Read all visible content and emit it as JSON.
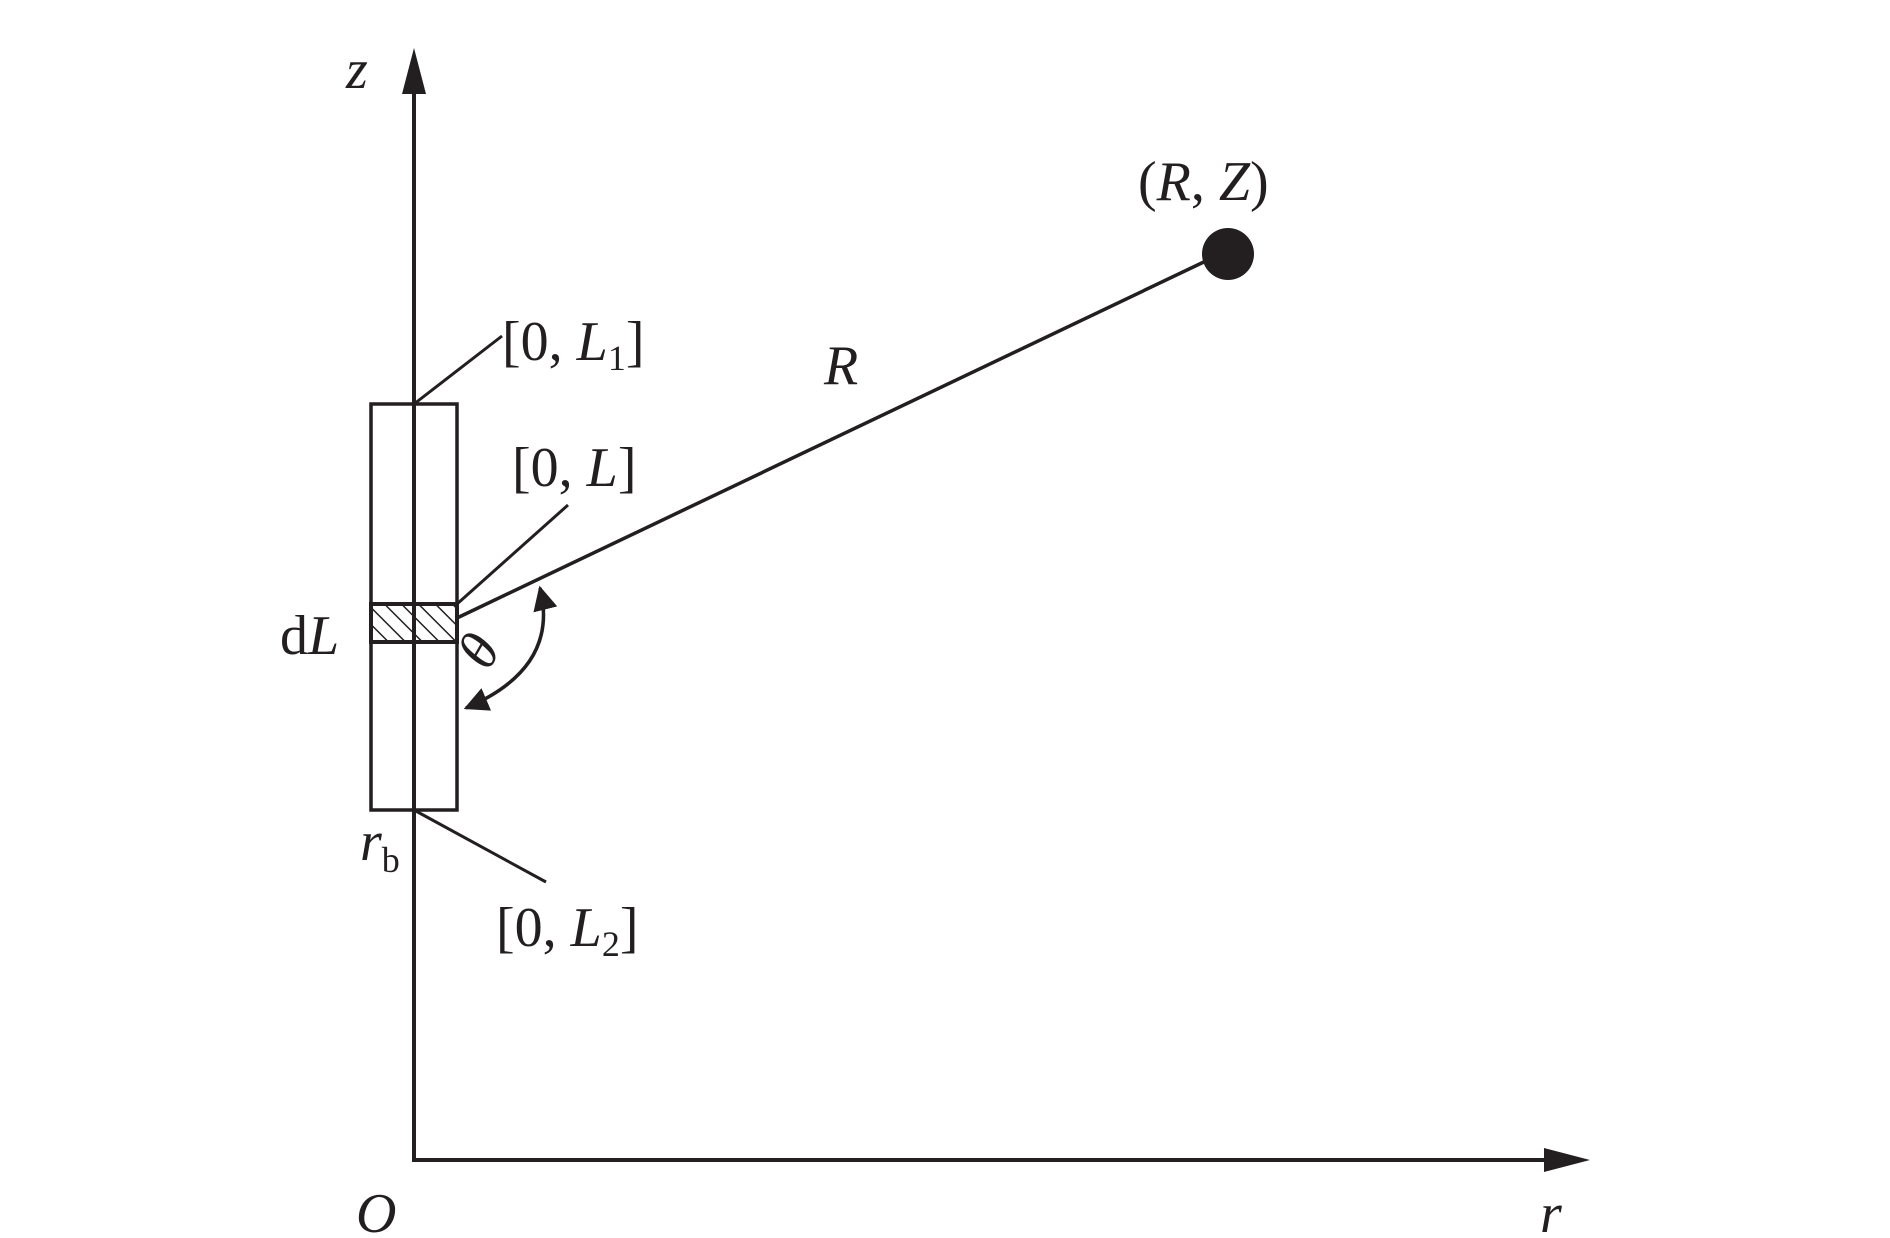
{
  "diagram": {
    "axes": {
      "z_label": "z",
      "r_label": "r",
      "origin_label": "O"
    },
    "point": {
      "label_open": "(",
      "label_R": "R",
      "label_sep": ", ",
      "label_Z": "Z",
      "label_close": ")"
    },
    "segment_label": "R",
    "angle_label": "θ",
    "borehole": {
      "radius_label_main": "r",
      "radius_label_sub": "b",
      "element_label_prefix": "d",
      "element_label_var": "L"
    },
    "callouts": {
      "top": {
        "prefix": "[0, ",
        "var": "L",
        "sub": "1",
        "suffix": "]"
      },
      "middle": {
        "prefix": "[0, ",
        "var": "L",
        "suffix": "]"
      },
      "bottom": {
        "prefix": "[0, ",
        "var": "L",
        "sub": "2",
        "suffix": "]"
      }
    },
    "colors": {
      "ink": "#231f20"
    }
  }
}
